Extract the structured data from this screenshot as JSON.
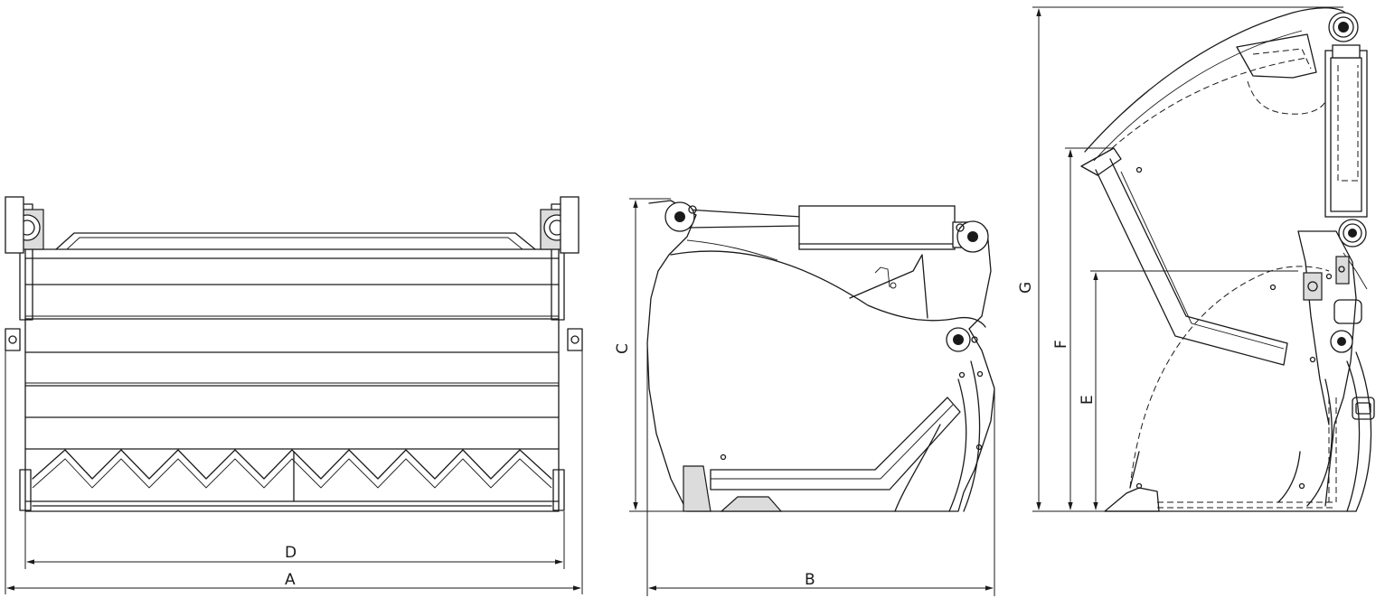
{
  "dimension_labels": {
    "overall_width": "A",
    "depth": "B",
    "height": "C",
    "inner_width": "D",
    "inner_height": "E",
    "arm_height": "F",
    "open_height": "G"
  }
}
